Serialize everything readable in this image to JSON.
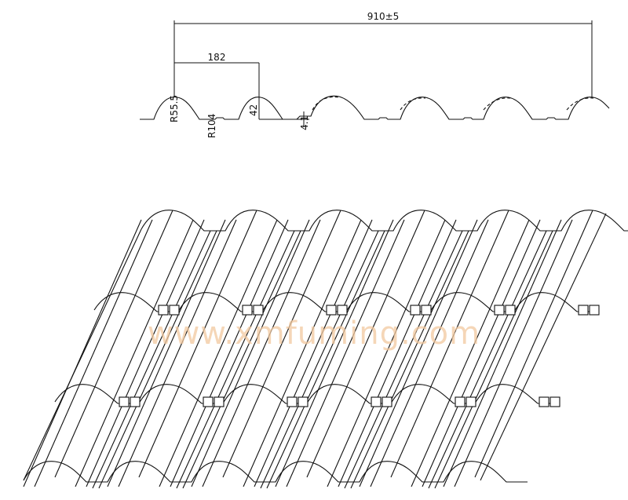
{
  "profile": {
    "overall_width": "910±5",
    "pitch": "182",
    "radius_crest": "R55.5",
    "radius_valley": "R104",
    "crest_height": "42",
    "step_height": "4.1"
  },
  "watermark": "www.xmfuming.com",
  "colors": {
    "line": "#111111",
    "watermark": "#f2c9a0"
  }
}
